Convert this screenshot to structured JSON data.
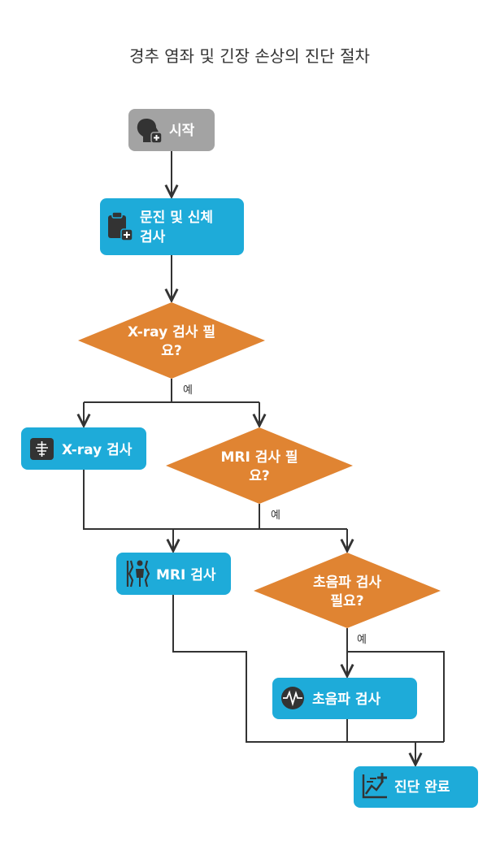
{
  "title": "경추 염좌 및 긴장 손상의 진단 절차",
  "colors": {
    "start": "#a3a3a3",
    "process": "#1eabd9",
    "decision": "#e08432",
    "line": "#333333",
    "text": "#ffffff"
  },
  "nodes": {
    "start": {
      "lines": [
        "시작"
      ],
      "icon": "head-medical-icon"
    },
    "exam": {
      "lines": [
        "문진 및 신체",
        "검사"
      ],
      "icon": "clipboard-medical-icon"
    },
    "xray_q": {
      "lines": [
        "X-ray 검사 필",
        "요?"
      ]
    },
    "xray": {
      "lines": [
        "X-ray 검사"
      ],
      "icon": "xray-spine-icon"
    },
    "mri_q": {
      "lines": [
        "MRI 검사 필",
        "요?"
      ]
    },
    "mri": {
      "lines": [
        "MRI 검사"
      ],
      "icon": "mri-body-icon"
    },
    "us_q": {
      "lines": [
        "초음파 검사",
        "필요?"
      ]
    },
    "us": {
      "lines": [
        "초음파 검사"
      ],
      "icon": "pulse-icon"
    },
    "done": {
      "lines": [
        "진단 완료"
      ],
      "icon": "chart-plus-icon"
    }
  },
  "edge_labels": {
    "xray_yes": "예",
    "mri_yes": "예",
    "us_yes": "예"
  }
}
